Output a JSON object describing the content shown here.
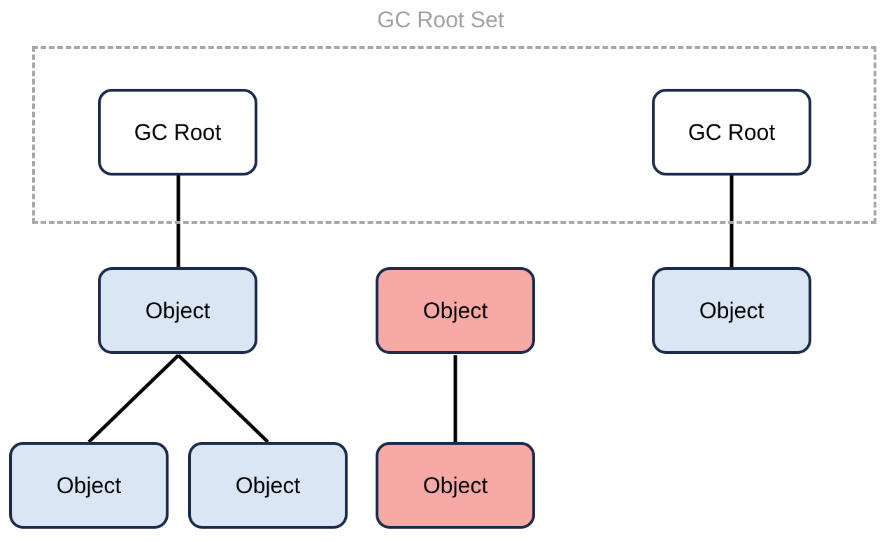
{
  "set_label": "GC Root Set",
  "nodes": {
    "root_left": "GC Root",
    "root_right": "GC Root",
    "object_left": "Object",
    "object_middle": "Object",
    "object_right": "Object",
    "object_bottom_left_1": "Object",
    "object_bottom_left_2": "Object",
    "object_middle_bottom": "Object"
  },
  "colors": {
    "reachable_fill": "#dae6f4",
    "unreachable_fill": "#f7a9a6",
    "root_fill": "#ffffff",
    "node_border": "#1b2a4a",
    "set_border": "#a6a6a6",
    "set_label": "#a0a0a0"
  }
}
